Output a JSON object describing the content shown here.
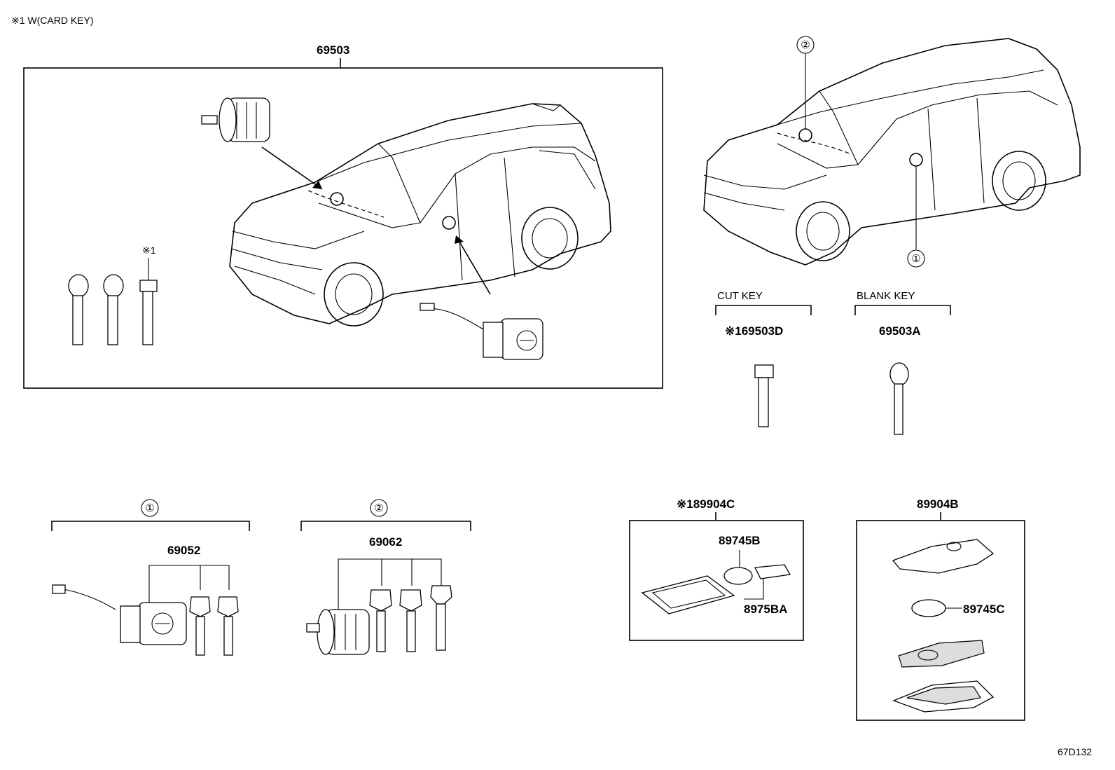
{
  "note": "※1 W(CARD KEY)",
  "drawing_id": "67D132",
  "groups": {
    "main_set": {
      "part": "69503",
      "note_mark": "※1"
    },
    "circle_1": "①",
    "circle_2": "②",
    "cut_key": {
      "heading": "CUT KEY",
      "part": "※169503D"
    },
    "blank_key": {
      "heading": "BLANK KEY",
      "part": "69503A"
    },
    "door_lock_set": {
      "marker": "①",
      "part": "69052"
    },
    "ignition_set": {
      "marker": "②",
      "part": "69062"
    },
    "card_key_set": {
      "part": "※189904C",
      "battery": "89745B",
      "pad": "8975BA"
    },
    "fob_set": {
      "part": "89904B",
      "battery": "89745C"
    }
  }
}
